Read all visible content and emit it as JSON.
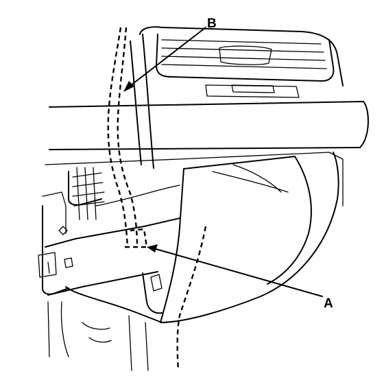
{
  "diagram": {
    "callouts": [
      {
        "id": "A",
        "label": "A"
      },
      {
        "id": "B",
        "label": "B"
      }
    ]
  }
}
